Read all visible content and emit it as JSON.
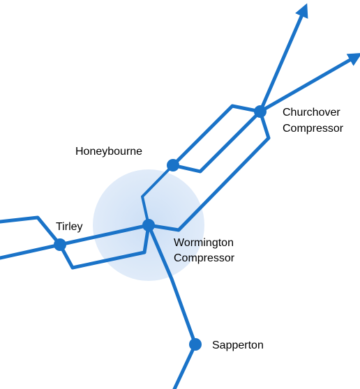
{
  "diagram": {
    "colors": {
      "pipe": "#1a73c8",
      "highlight": "#c9ddf5",
      "label": "#000000"
    },
    "nodes": {
      "churchover": {
        "line1": "Churchover",
        "line2": "Compressor"
      },
      "honeybourne": {
        "label": "Honeybourne"
      },
      "tirley": {
        "label": "Tirley"
      },
      "wormington": {
        "line1": "Wormington",
        "line2": "Compressor"
      },
      "sapperton": {
        "label": "Sapperton"
      }
    }
  }
}
